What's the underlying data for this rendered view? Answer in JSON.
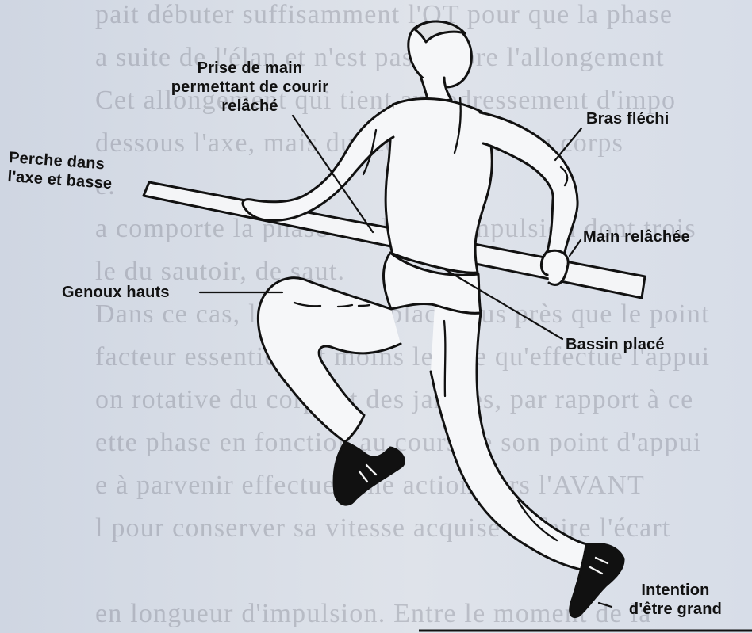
{
  "background_text_lines": [
    "pait débuter suffisamment l'OT pour que la phase",
    "a suite de l'élan et n'est pas encore l'allongement",
    "Cet allongement qui tient au redressement d'impo",
    "dessous l'axe, mais du redressement du corps",
    "e.",
    "a comporte la phase finale de l'impulsion dont trois",
    "le du sautoir, de saut.",
    "Dans ce cas, le corps est placé plus près que le point",
    "facteur essentiel est moins le rôle qu'effectue l'appui",
    "on rotative du corps et des jambes, par rapport à ce",
    "ette phase en fonction au cours de son point d'appui",
    "e à parvenir effectuer une action vers l'AVANT",
    "l pour conserver sa vitesse acquise et faire l'écart",
    "",
    "en longueur d'impulsion. Entre le moment de la"
  ],
  "labels": {
    "grip": [
      "Prise de main",
      "permettant de courir",
      "relâché"
    ],
    "pole": [
      "Perche dans",
      "l'axe et basse"
    ],
    "arm": "Bras fléchi",
    "hand": "Main relâchée",
    "knees": "Genoux hauts",
    "pelvis": "Bassin placé",
    "intent": [
      "Intention",
      "d'être grand"
    ]
  }
}
